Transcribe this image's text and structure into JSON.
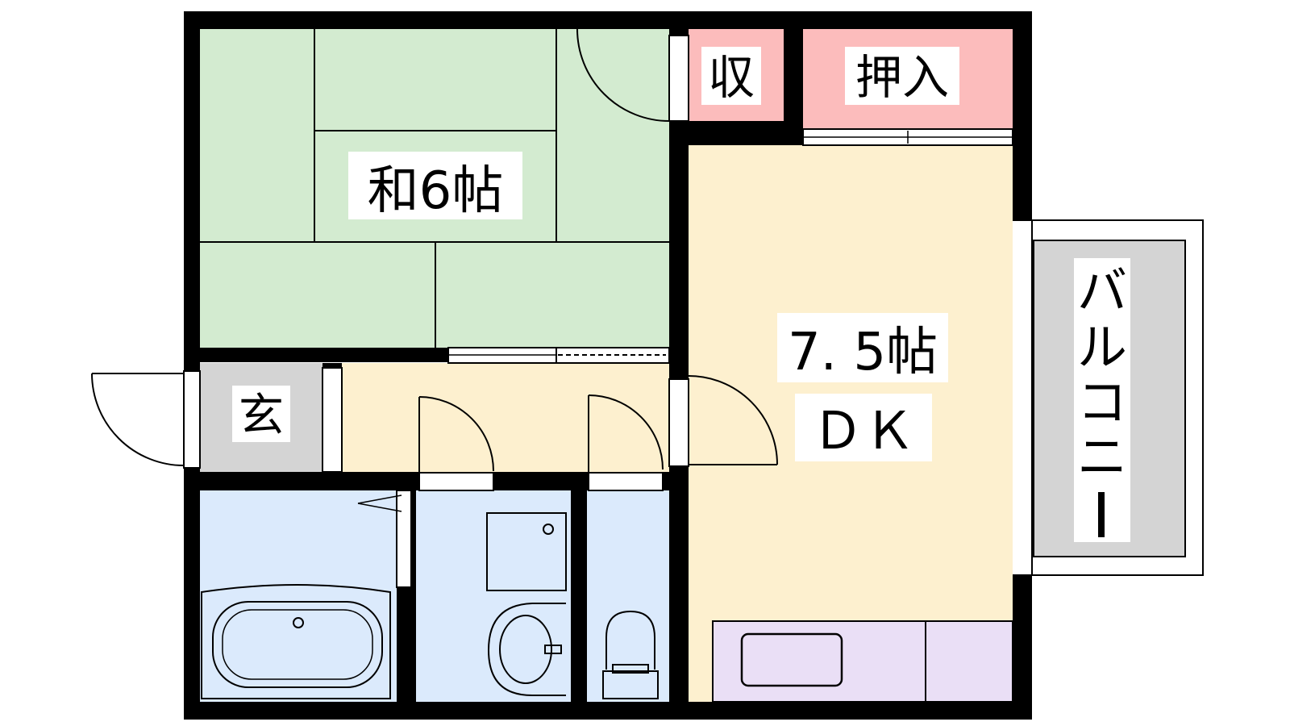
{
  "rooms": {
    "washitsu": {
      "label": "和6帖"
    },
    "storage_small": {
      "label": "収"
    },
    "oshiire": {
      "label": "押入"
    },
    "dk": {
      "label_line1": "7. 5帖",
      "label_line2": "ＤＫ"
    },
    "genkan": {
      "label": "玄"
    },
    "balcony": {
      "label_chars": [
        "バ",
        "ル",
        "コ",
        "ニ",
        "ー"
      ]
    }
  },
  "colors": {
    "tatami": "#d3ebd0",
    "closet": "#fcbcbc",
    "dk_floor": "#fdf0cf",
    "genkan": "#d4d4d4",
    "wet_area": "#dbeafc",
    "kitchen": "#eadff6",
    "balcony": "#d4d4d4",
    "wall": "#000000"
  }
}
